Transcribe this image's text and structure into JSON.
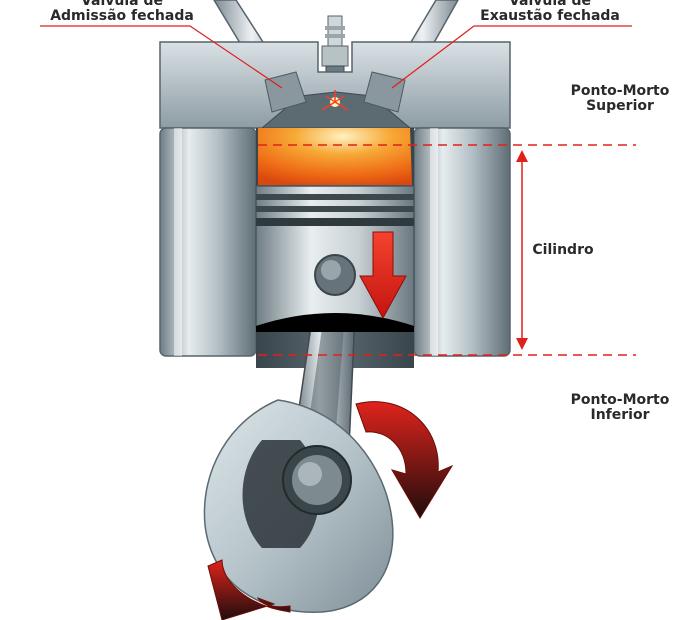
{
  "labels": {
    "intake_valve": {
      "line1": "Válvula de",
      "line2": "Admissão fechada"
    },
    "exhaust_valve": {
      "line1": "Válvula de",
      "line2": "Exaustão fechada"
    },
    "top_dead_center": {
      "line1": "Ponto-Morto",
      "line2": "Superior"
    },
    "cylinder": "Cilindro",
    "bottom_dead_center": {
      "line1": "Ponto-Morto",
      "line2": "Inferior"
    }
  },
  "colors": {
    "leader_lines": "#e0201b",
    "arrow_red": "#e8251d",
    "combustion": "#f7941d",
    "metal": "#a9b5bb"
  },
  "icons": {
    "piston_down": "down-arrow-icon",
    "crank_rotation": "curved-rotation-arrow-icon"
  }
}
